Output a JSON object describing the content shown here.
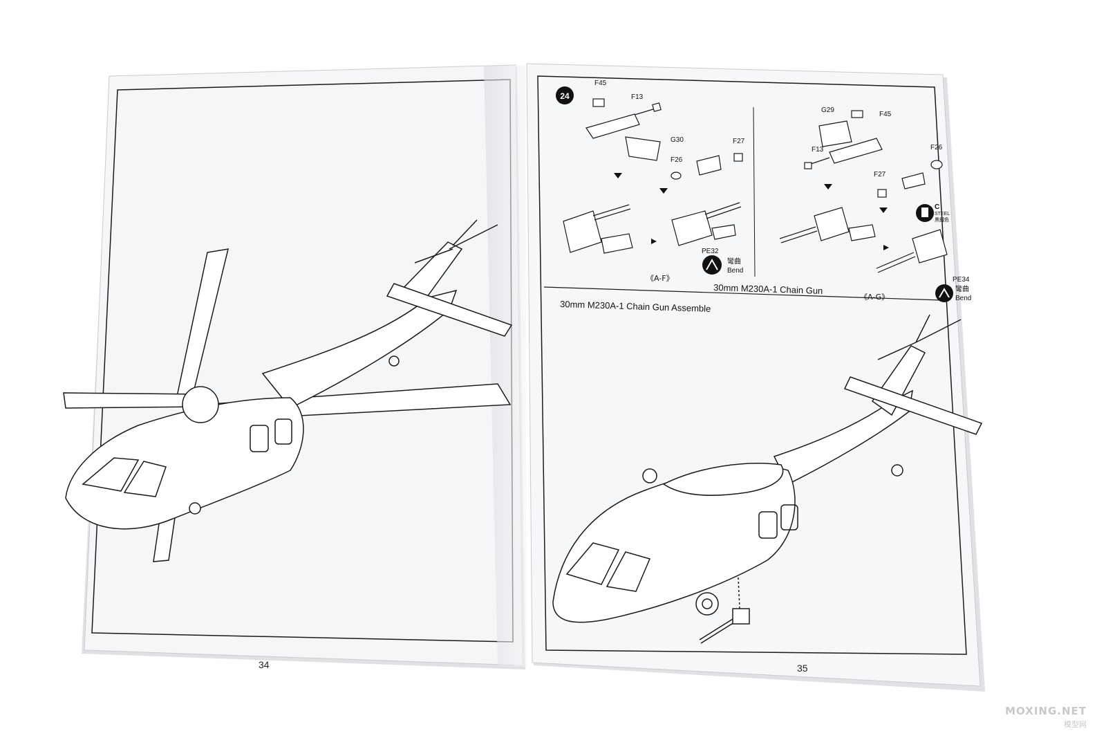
{
  "left_page": {
    "page_number": "34"
  },
  "right_page": {
    "page_number": "35",
    "step_number": "24",
    "panel_a": {
      "part_f45": "F45",
      "part_f13": "F13",
      "part_g30": "G30",
      "part_f27": "F27",
      "part_f26": "F26",
      "part_pe32": "PE32",
      "bend_cn": "彎曲",
      "bend_en": "Bend",
      "variant_label": "《A-F》"
    },
    "panel_b": {
      "part_g29": "G29",
      "part_f45": "F45",
      "part_f13": "F13",
      "part_f26": "F26",
      "part_f27": "F27",
      "paint_code": "C",
      "paint_name": "STEEL",
      "paint_cn": "黑鐵色",
      "part_pe34": "PE34",
      "bend_cn": "彎曲",
      "bend_en": "Bend",
      "variant_label": "《A-G》"
    },
    "center_caption": "30mm M230A-1 Chain Gun",
    "section_title": "30mm M230A-1 Chain Gun Assemble"
  },
  "watermark": {
    "text_en": "MOXING.NET",
    "text_cn": "模型网"
  },
  "colors": {
    "page_bg": "#f6f7f9",
    "line": "#1a1a1a",
    "background": "#ffffff"
  }
}
